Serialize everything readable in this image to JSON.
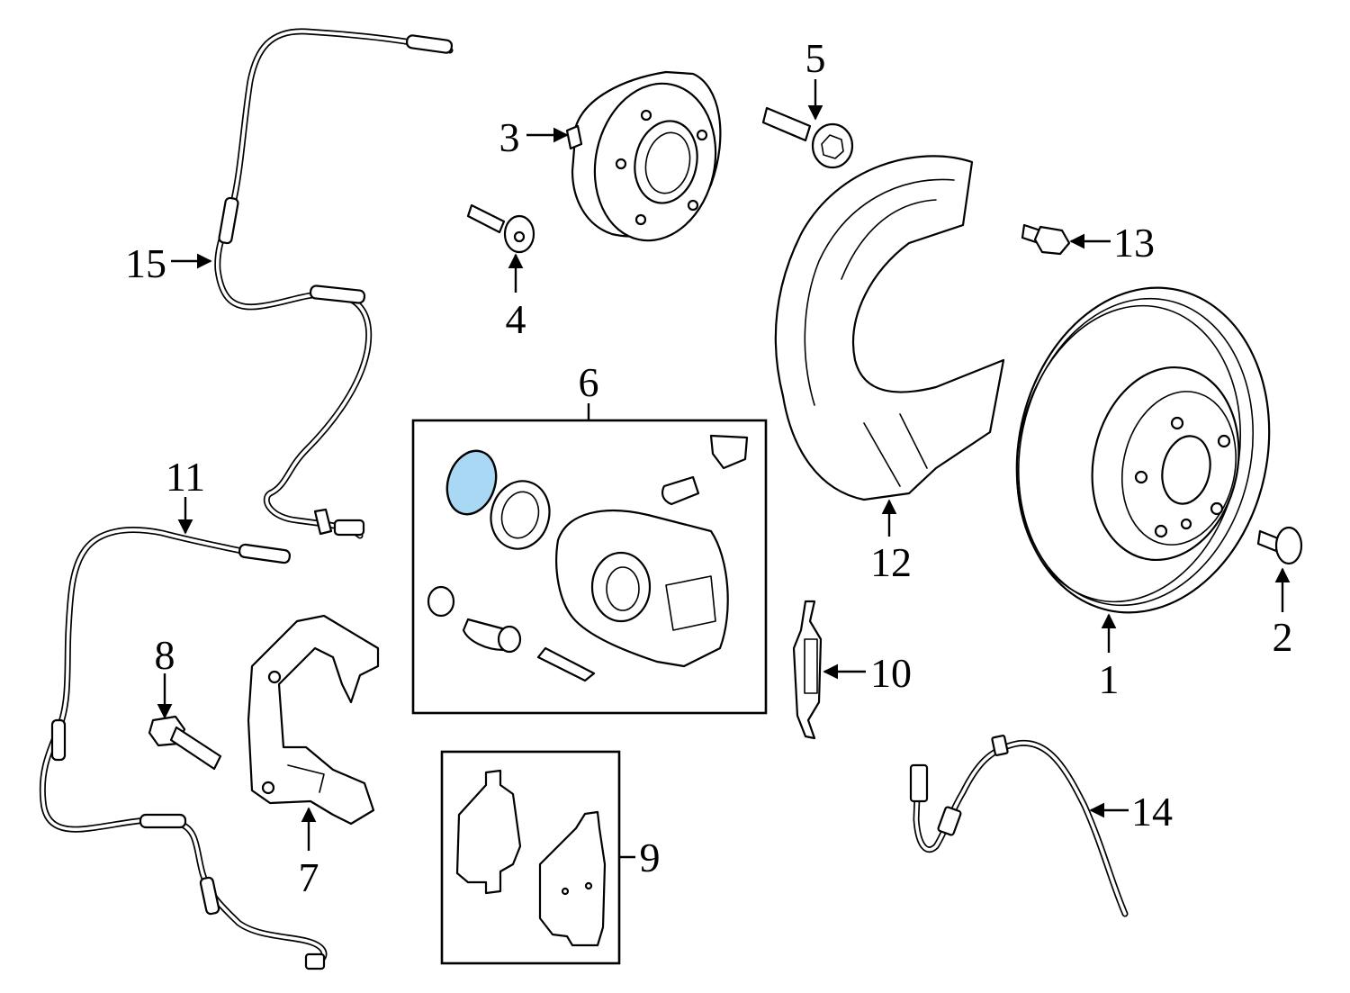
{
  "diagram": {
    "highlight_color": "#a9d8f5",
    "line_color": "#000000",
    "background": "#ffffff",
    "callouts": [
      "1",
      "2",
      "3",
      "4",
      "5",
      "6",
      "7",
      "8",
      "9",
      "10",
      "11",
      "12",
      "13",
      "14",
      "15"
    ]
  }
}
